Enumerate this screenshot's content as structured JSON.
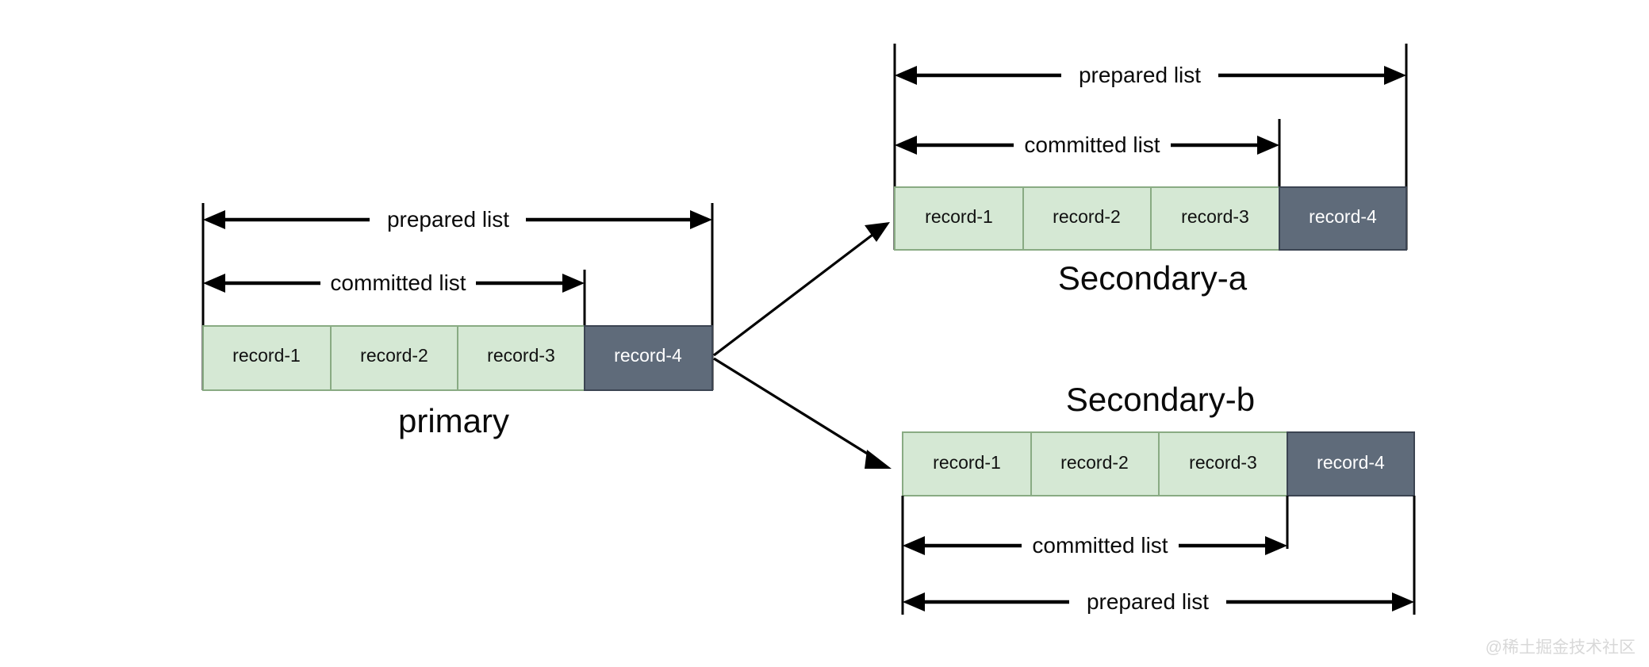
{
  "diagram": {
    "title_role": "replication-prepared-committed-list",
    "colors": {
      "record_green_fill": "#d5e8d4",
      "record_green_stroke": "#89ab83",
      "record_dark_fill": "#5f6b7a",
      "record_dark_stroke": "#3b4452",
      "line": "#000000",
      "background": "#ffffff",
      "watermark": "#d8d8d8"
    },
    "labels": {
      "prepared_list": "prepared list",
      "committed_list": "committed list"
    },
    "nodes": [
      {
        "id": "primary",
        "title": "primary",
        "title_position": "below",
        "spans_position": "above",
        "records": [
          {
            "label": "record-1",
            "state": "committed"
          },
          {
            "label": "record-2",
            "state": "committed"
          },
          {
            "label": "record-3",
            "state": "committed"
          },
          {
            "label": "record-4",
            "state": "prepared"
          }
        ],
        "spans": [
          {
            "label": "prepared list",
            "covers": "record-1..record-4"
          },
          {
            "label": "committed list",
            "covers": "record-1..record-3"
          }
        ]
      },
      {
        "id": "secondary-a",
        "title": "Secondary-a",
        "title_position": "below",
        "spans_position": "above",
        "records": [
          {
            "label": "record-1",
            "state": "committed"
          },
          {
            "label": "record-2",
            "state": "committed"
          },
          {
            "label": "record-3",
            "state": "committed"
          },
          {
            "label": "record-4",
            "state": "prepared"
          }
        ],
        "spans": [
          {
            "label": "prepared list",
            "covers": "record-1..record-4"
          },
          {
            "label": "committed list",
            "covers": "record-1..record-3"
          }
        ]
      },
      {
        "id": "secondary-b",
        "title": "Secondary-b",
        "title_position": "above",
        "spans_position": "below",
        "records": [
          {
            "label": "record-1",
            "state": "committed"
          },
          {
            "label": "record-2",
            "state": "committed"
          },
          {
            "label": "record-3",
            "state": "committed"
          },
          {
            "label": "record-4",
            "state": "prepared"
          }
        ],
        "spans": [
          {
            "label": "committed list",
            "covers": "record-1..record-3"
          },
          {
            "label": "prepared list",
            "covers": "record-1..record-4"
          }
        ]
      }
    ],
    "connections": [
      {
        "from": "primary",
        "to": "secondary-a",
        "style": "arrow"
      },
      {
        "from": "primary",
        "to": "secondary-b",
        "style": "arrow"
      }
    ]
  },
  "watermark": {
    "text": "@稀土掘金技术社区"
  }
}
